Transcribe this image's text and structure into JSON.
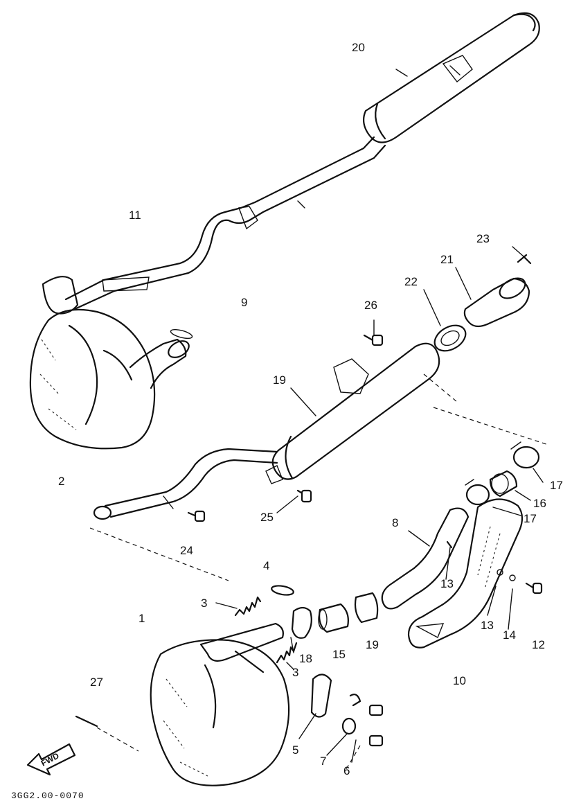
{
  "callouts": {
    "c20": "20",
    "c11": "11",
    "c23": "23",
    "c21": "21",
    "c22": "22",
    "c26": "26",
    "c9": "9",
    "c19a": "19",
    "c2": "2",
    "c17a": "17",
    "c16": "16",
    "c17b": "17",
    "c25": "25",
    "c8": "8",
    "c24": "24",
    "c4": "4",
    "c13a": "13",
    "c3a": "3",
    "c1": "1",
    "c13b": "13",
    "c14": "14",
    "c12": "12",
    "c18": "18",
    "c15": "15",
    "c19b": "19",
    "c3b": "3",
    "c27": "27",
    "c10": "10",
    "c5": "5",
    "c7": "7",
    "c6": "6"
  },
  "fwd_label": "FWD",
  "drawing_code": "3GG2.00-0070"
}
